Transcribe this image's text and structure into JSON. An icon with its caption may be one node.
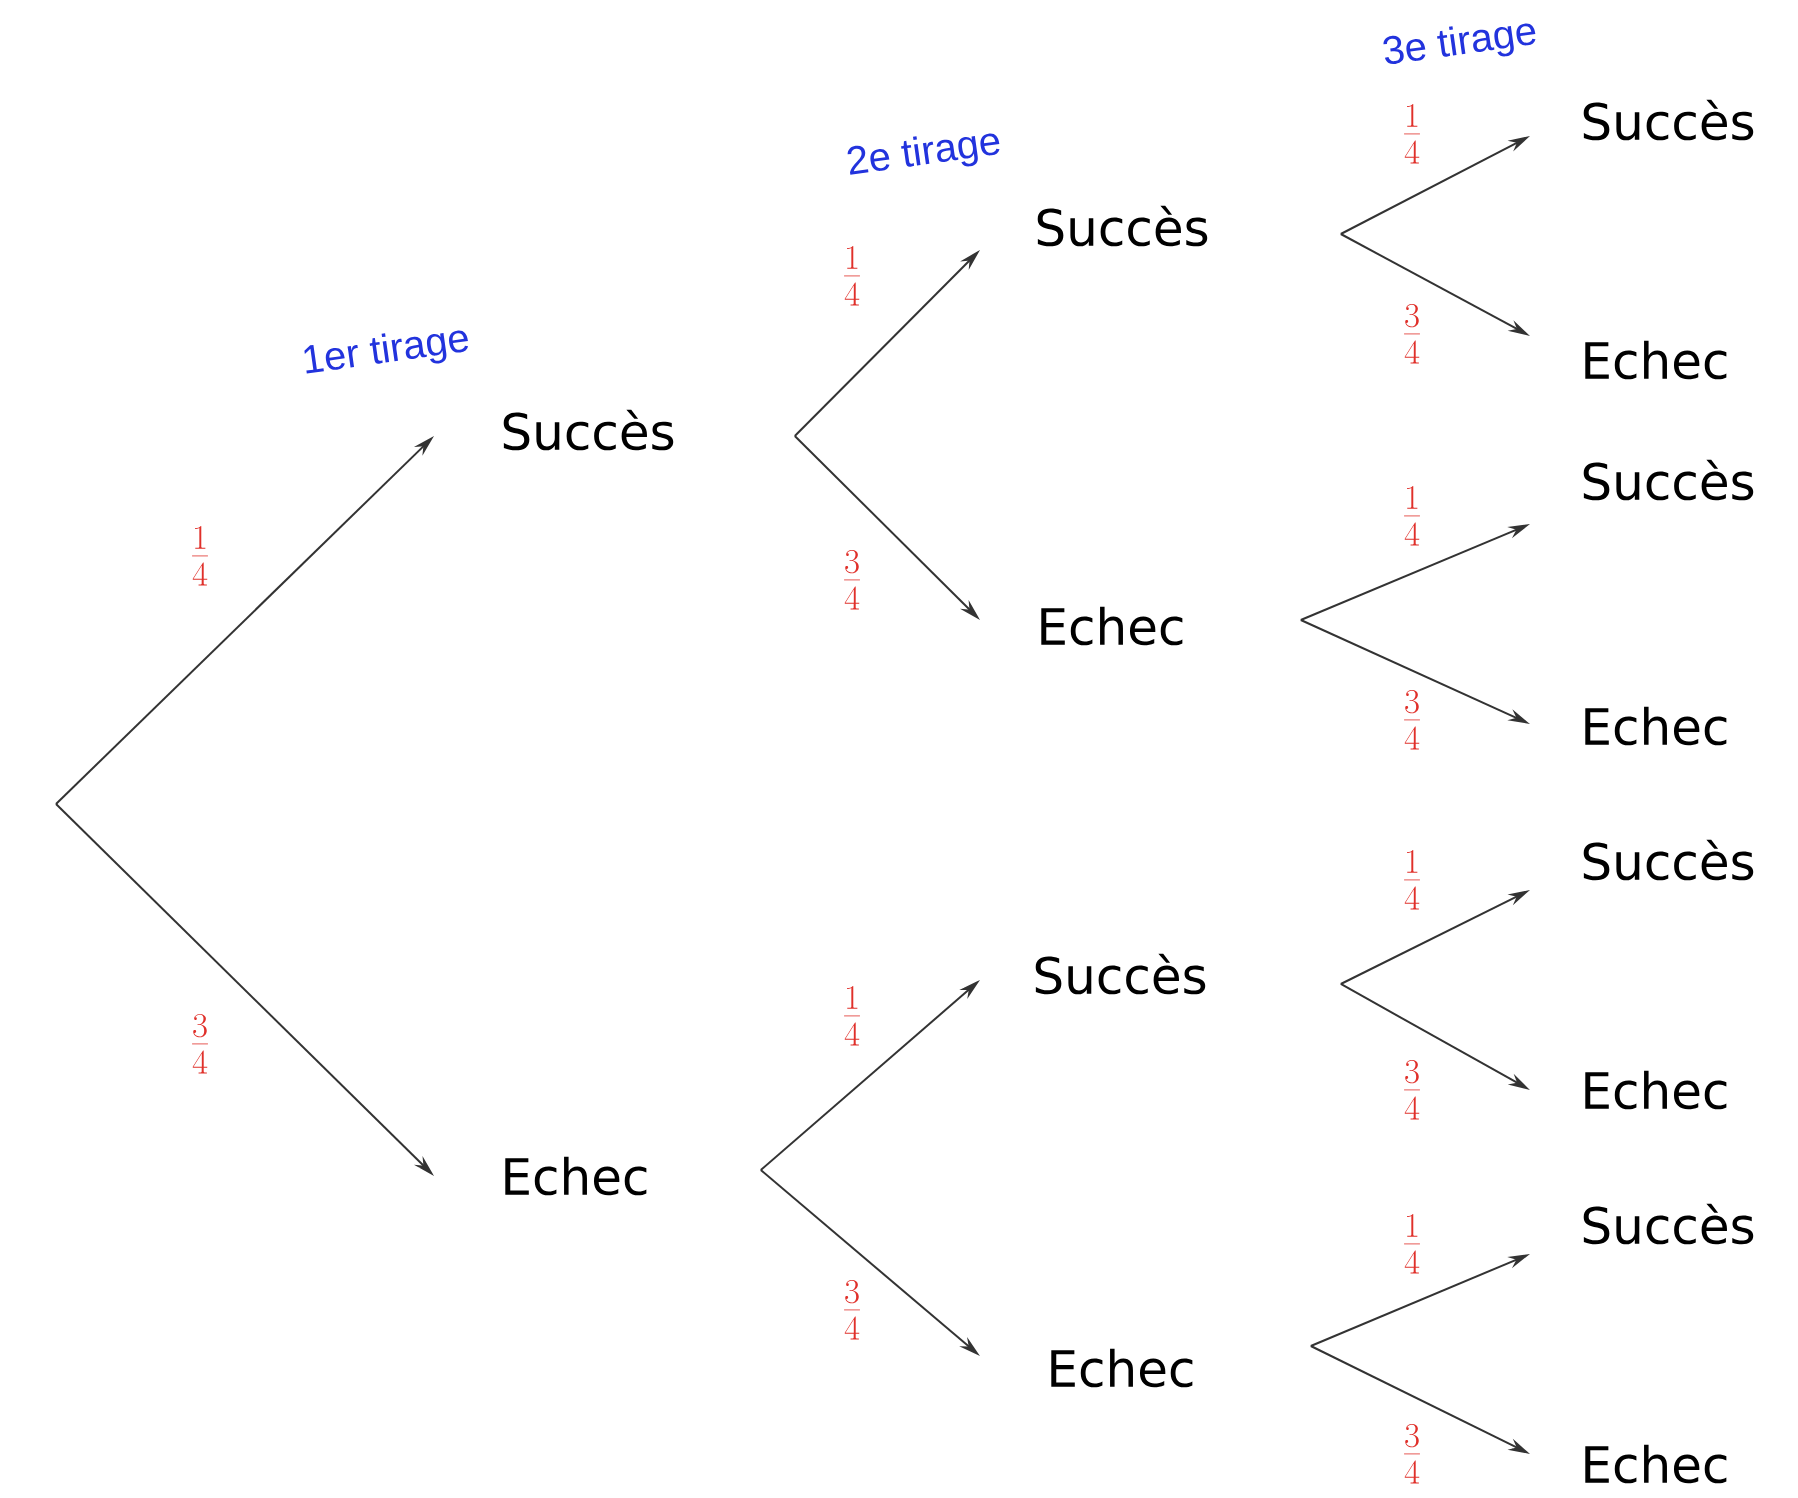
{
  "diagram": {
    "nodes": [
      {
        "text": [
          "Succès"
        ]
      },
      {
        "text": [
          "Echec"
        ]
      },
      {
        "text": [
          "Succès"
        ]
      },
      {
        "text": [
          "Echec"
        ]
      },
      {
        "text": [
          "Succès"
        ]
      },
      {
        "text": [
          "Echec"
        ]
      },
      {
        "text": [
          "Succès"
        ]
      },
      {
        "text": [
          "Echec"
        ]
      },
      {
        "text": [
          "Succès"
        ]
      },
      {
        "text": [
          "Echec"
        ]
      },
      {
        "text": [
          "Succès"
        ]
      },
      {
        "text": [
          "Echec"
        ]
      },
      {
        "text": [
          "Succès"
        ]
      },
      {
        "text": [
          "Echec"
        ]
      }
    ],
    "edges": [
      {
        "from": null,
        "to": 0,
        "arrow": "to",
        "label": "\\frac{1}{4}"
      },
      {
        "from": null,
        "to": 1,
        "arrow": "to",
        "label": "\\frac{3}{4}"
      },
      {
        "from": 0,
        "to": 2,
        "arrow": "to",
        "label": "\\frac{1}{4}"
      },
      {
        "from": 0,
        "to": 3,
        "arrow": "to",
        "label": "\\frac{3}{4}"
      },
      {
        "from": 1,
        "to": 4,
        "arrow": "to",
        "label": "\\frac{1}{4}"
      },
      {
        "from": 1,
        "to": 5,
        "arrow": "to",
        "label": "\\frac{3}{4}"
      },
      {
        "from": 2,
        "to": 6,
        "arrow": "to",
        "label": "\\frac{1}{4}"
      },
      {
        "from": 2,
        "to": 7,
        "arrow": "to",
        "label": "\\frac{3}{4}"
      },
      {
        "from": 3,
        "to": 8,
        "arrow": "to",
        "label": "\\frac{1}{4}"
      },
      {
        "from": 3,
        "to": 9,
        "arrow": "to",
        "label": "\\frac{3}{4}"
      },
      {
        "from": 4,
        "to": 10,
        "arrow": "to",
        "label": "\\frac{1}{4}"
      },
      {
        "from": 4,
        "to": 11,
        "arrow": "to",
        "label": "\\frac{3}{4}"
      },
      {
        "from": 5,
        "to": 12,
        "arrow": "to",
        "label": "\\frac{1}{4}"
      },
      {
        "from": 5,
        "to": 13,
        "arrow": "to",
        "label": "\\frac{3}{4}"
      }
    ],
    "labels": [
      "1er tirage",
      "2e tirage",
      "3e tirage"
    ]
  }
}
